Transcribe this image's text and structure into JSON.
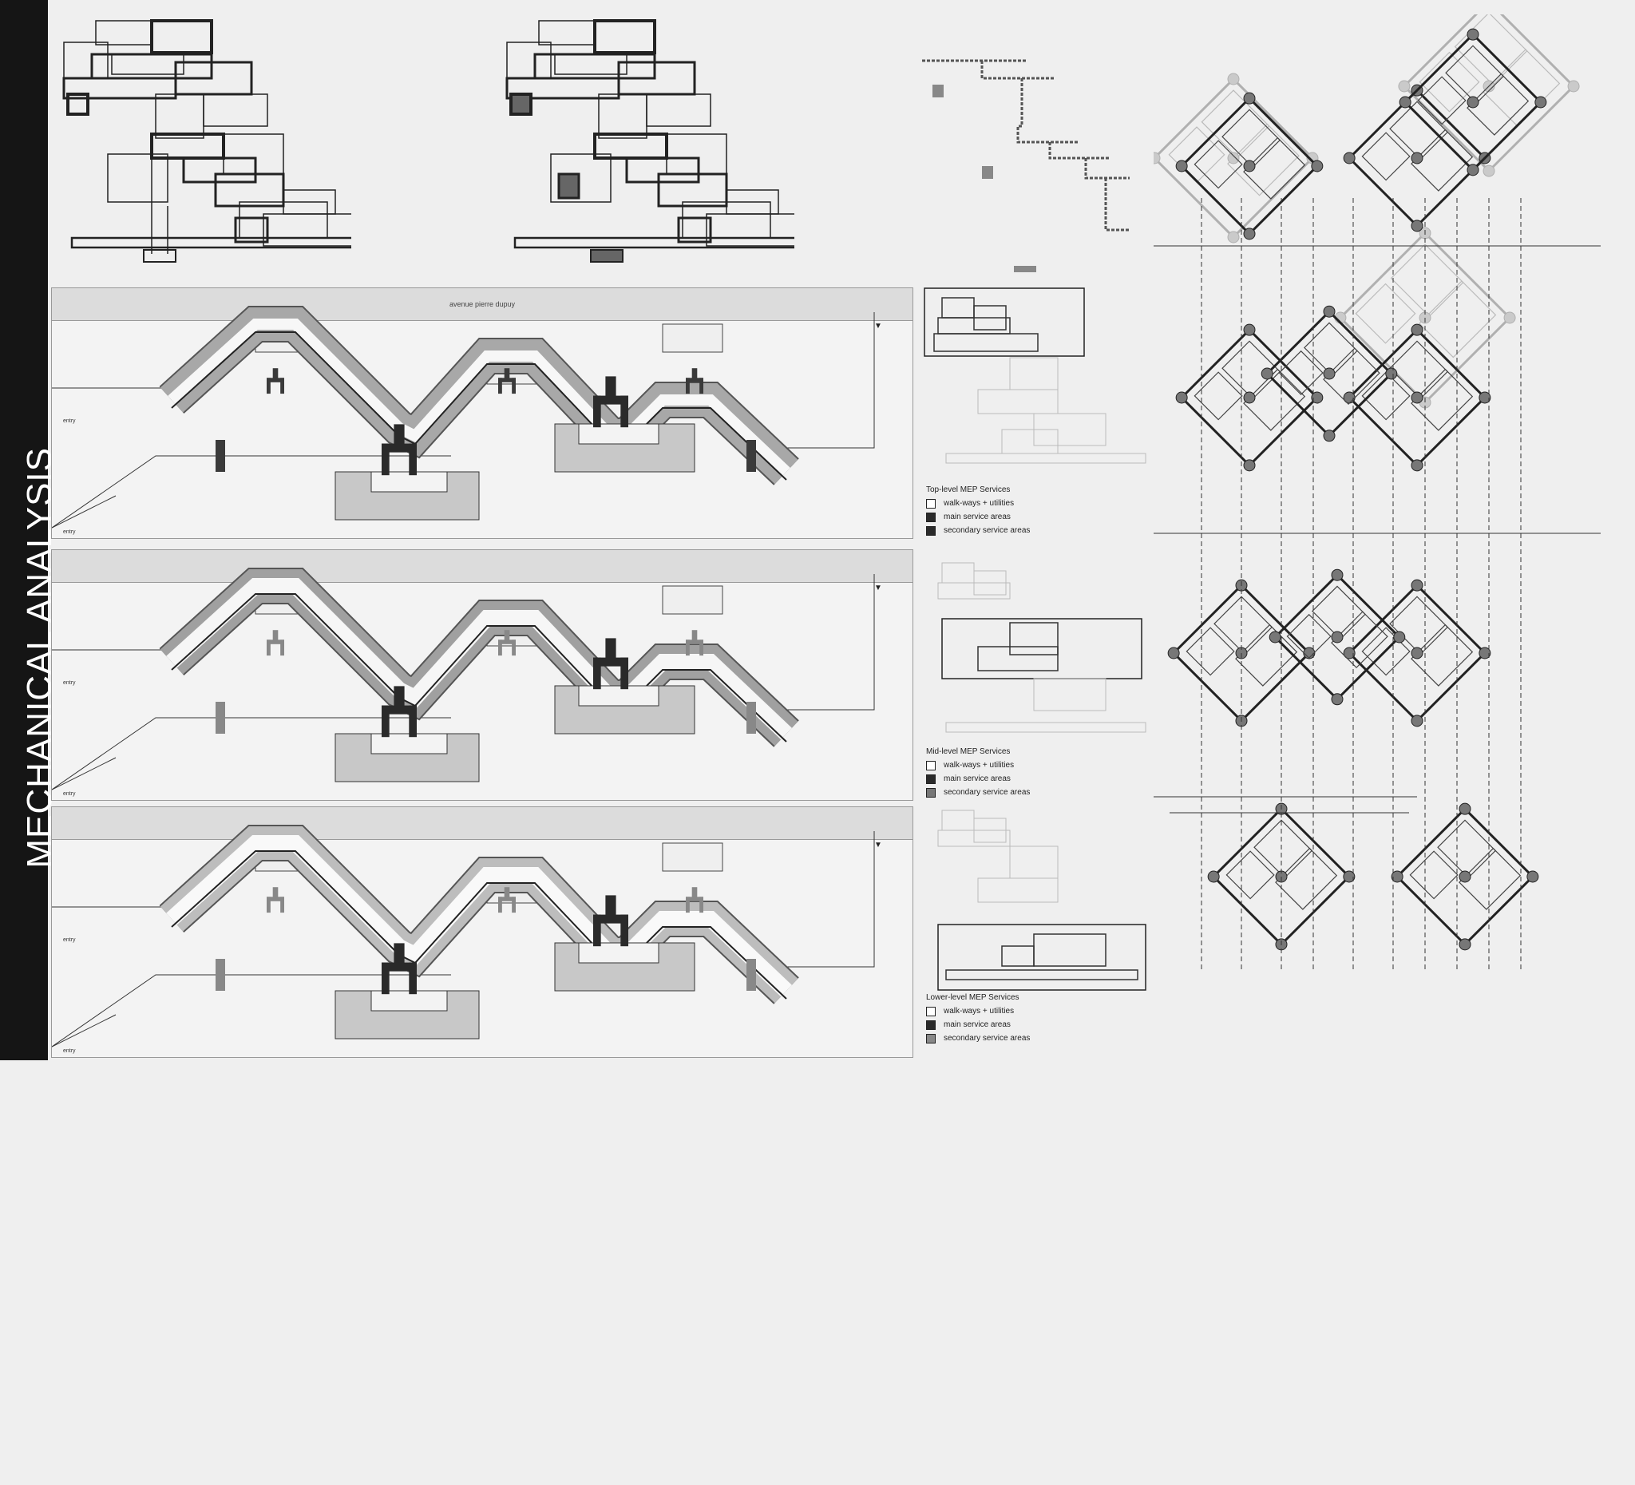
{
  "sidebar": {
    "title": "MECHANICAL ANALYSIS"
  },
  "street_label": "avenue pierre dupuy",
  "entry_label": "entry",
  "legends": [
    {
      "title": "Top-level MEP Services",
      "items": [
        "walk-ways + utilities",
        "main service areas",
        "secondary service areas"
      ]
    },
    {
      "title": "Mid-level MEP Services",
      "items": [
        "walk-ways + utilities",
        "main service areas",
        "secondary service areas"
      ]
    },
    {
      "title": "Lower-level MEP Services",
      "items": [
        "walk-ways + utilities",
        "main service areas",
        "secondary service areas"
      ]
    }
  ],
  "colors": {
    "walkway": "#ffffff",
    "main": "#2a2a2a",
    "secondary": "#6e6e6e",
    "band": "#9a9a9a",
    "base": "#c8c8c8"
  }
}
